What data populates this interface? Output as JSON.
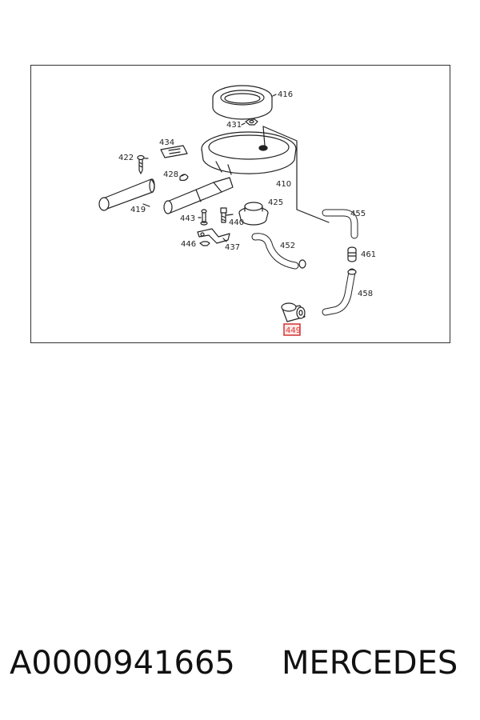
{
  "diagram": {
    "labels": {
      "p416": "416",
      "p431": "431",
      "p434": "434",
      "p422": "422",
      "p428": "428",
      "p410": "410",
      "p419": "419",
      "p425": "425",
      "p443": "443",
      "p440": "440",
      "p455": "455",
      "p446": "446",
      "p437": "437",
      "p452": "452",
      "p461": "461",
      "p458": "458",
      "p449": "449"
    },
    "highlight_color": "#d33333"
  },
  "caption": {
    "part_number": "A0000941665",
    "brand": "MERCEDES"
  }
}
